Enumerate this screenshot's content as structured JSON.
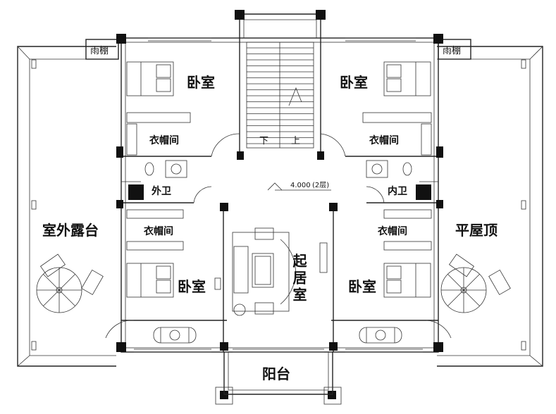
{
  "labels": {
    "canopy_left": "雨棚",
    "canopy_right": "雨棚",
    "bedroom_tl": "卧室",
    "bedroom_tr": "卧室",
    "bedroom_bl": "卧室",
    "bedroom_br": "卧室",
    "closet_tl": "衣帽间",
    "closet_tr": "衣帽间",
    "closet_bl": "衣帽间",
    "closet_br": "衣帽间",
    "stair_down": "下",
    "stair_up": "上",
    "outer_bath": "外卫",
    "inner_bath": "内卫",
    "elevation": "4.000",
    "elevation_note": "(2层)",
    "outdoor_terrace": "室外露台",
    "flat_roof": "平屋顶",
    "living_room": "起居室",
    "balcony": "阳台"
  }
}
